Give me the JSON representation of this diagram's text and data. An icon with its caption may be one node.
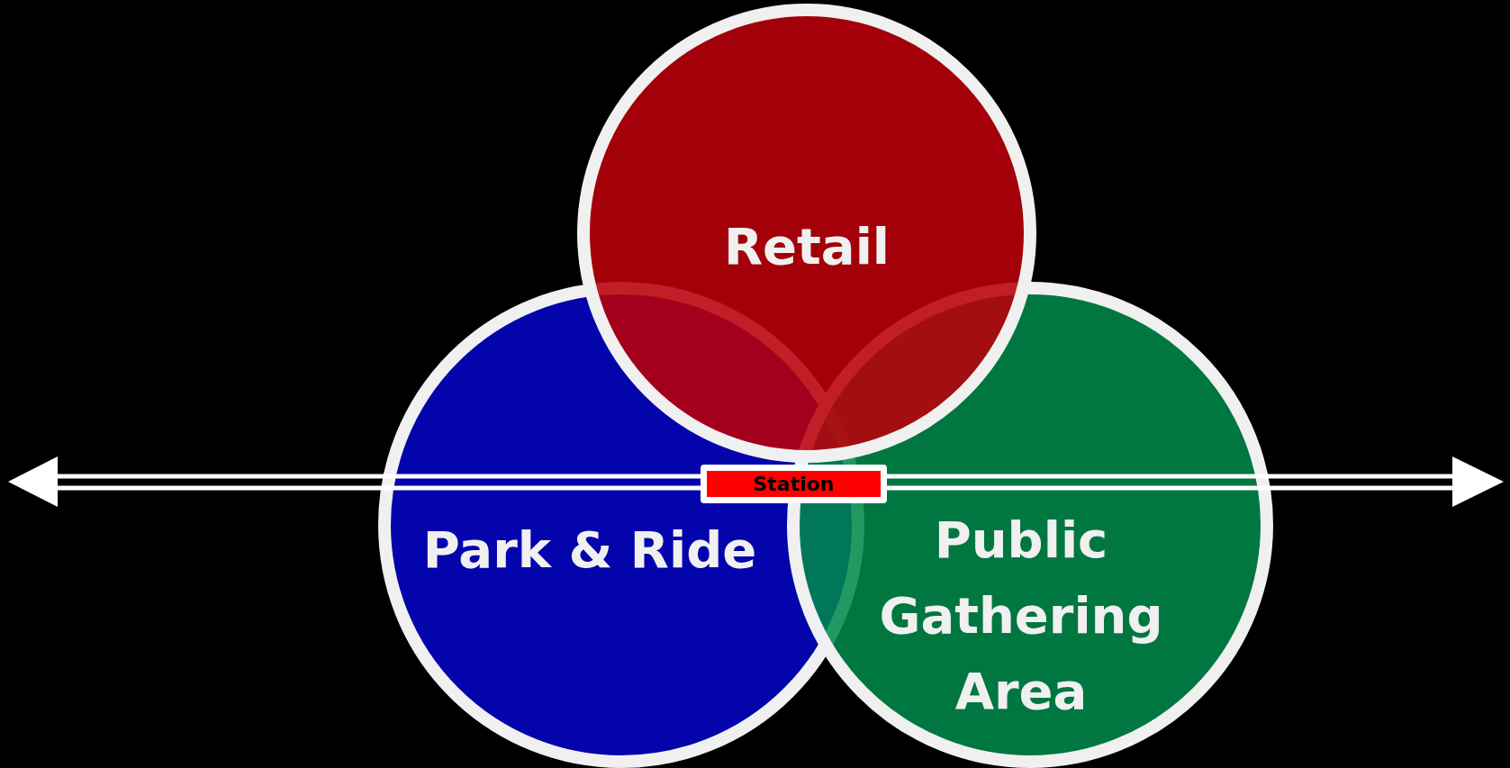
{
  "diagram": {
    "nodes": [
      {
        "text": [
          "Retail"
        ]
      },
      {
        "text": [
          "Park & Ride"
        ]
      },
      {
        "text": [
          "Public Gathering Area"
        ]
      },
      {
        "text": [
          "Station"
        ]
      }
    ]
  }
}
